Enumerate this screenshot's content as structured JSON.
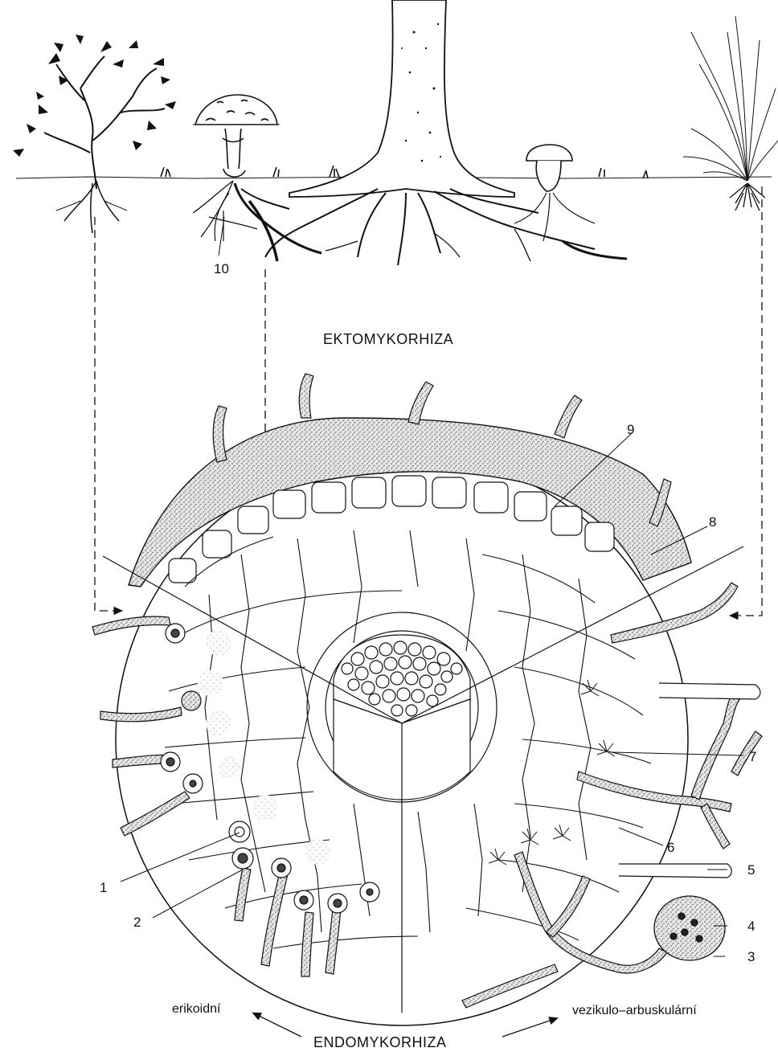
{
  "labels": {
    "top_title": "EKTOMYKORHIZA",
    "bottom_title": "ENDOMYKORHIZA",
    "left_type": "erikoidní",
    "right_type": "vezikulo–arbuskulární",
    "n1": "1",
    "n2": "2",
    "n3": "3",
    "n4": "4",
    "n5": "5",
    "n6": "6",
    "n7": "7",
    "n8": "8",
    "n9": "9",
    "n10": "10"
  },
  "colors": {
    "ink": "#111111",
    "background": "#ffffff",
    "stipple": "#6a6a6a"
  }
}
